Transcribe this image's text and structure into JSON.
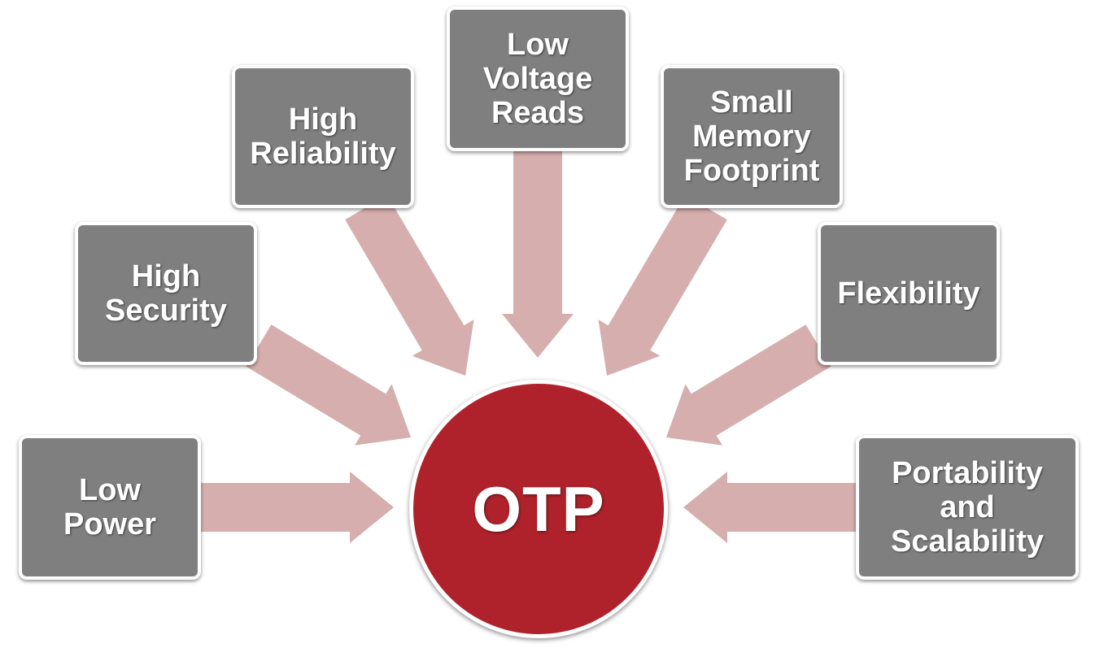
{
  "colors": {
    "box_fill": "#7f7f7f",
    "arrow_fill": "#d6aeae",
    "center_fill": "#b0222b",
    "text": "#ffffff"
  },
  "center": {
    "label": "OTP"
  },
  "boxes": [
    {
      "id": "low-power",
      "label": "Low\nPower"
    },
    {
      "id": "high-security",
      "label": "High\nSecurity"
    },
    {
      "id": "high-reliability",
      "label": "High\nReliability"
    },
    {
      "id": "low-voltage-reads",
      "label": "Low\nVoltage\nReads"
    },
    {
      "id": "small-memory-footprint",
      "label": "Small\nMemory\nFootprint"
    },
    {
      "id": "flexibility",
      "label": "Flexibility"
    },
    {
      "id": "portability-and-scalability",
      "label": "Portability\nand\nScalability"
    }
  ]
}
